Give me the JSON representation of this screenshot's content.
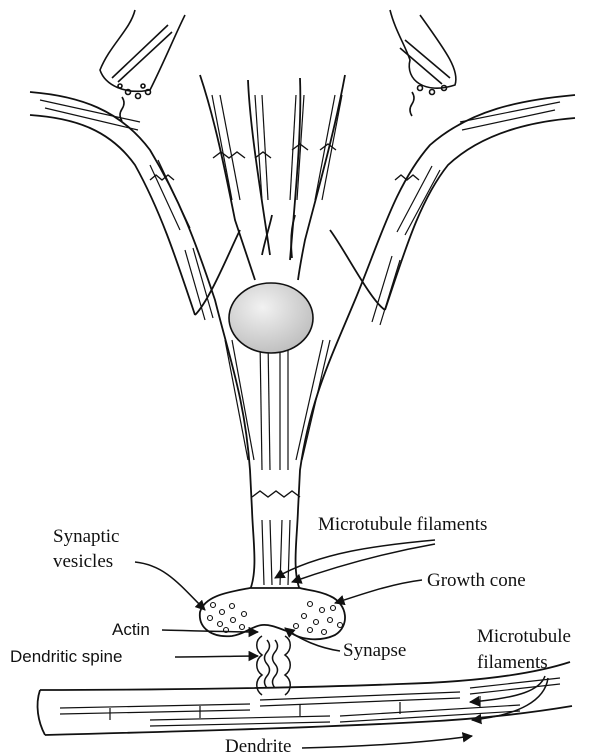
{
  "labels": {
    "microtubule_top": "Microtubule filaments",
    "synaptic": "Synaptic",
    "vesicles": "vesicles",
    "growth_cone": "Growth cone",
    "actin": "Actin",
    "synapse": "Synapse",
    "dendritic_spine": "Dendritic spine",
    "microtubule_right_1": "Microtubule",
    "microtubule_right_2": "filaments",
    "dendrite": "Dendrite"
  },
  "colors": {
    "ink": "#111111",
    "fill": "#ffffff",
    "nucleus": "#d9d9d9"
  }
}
